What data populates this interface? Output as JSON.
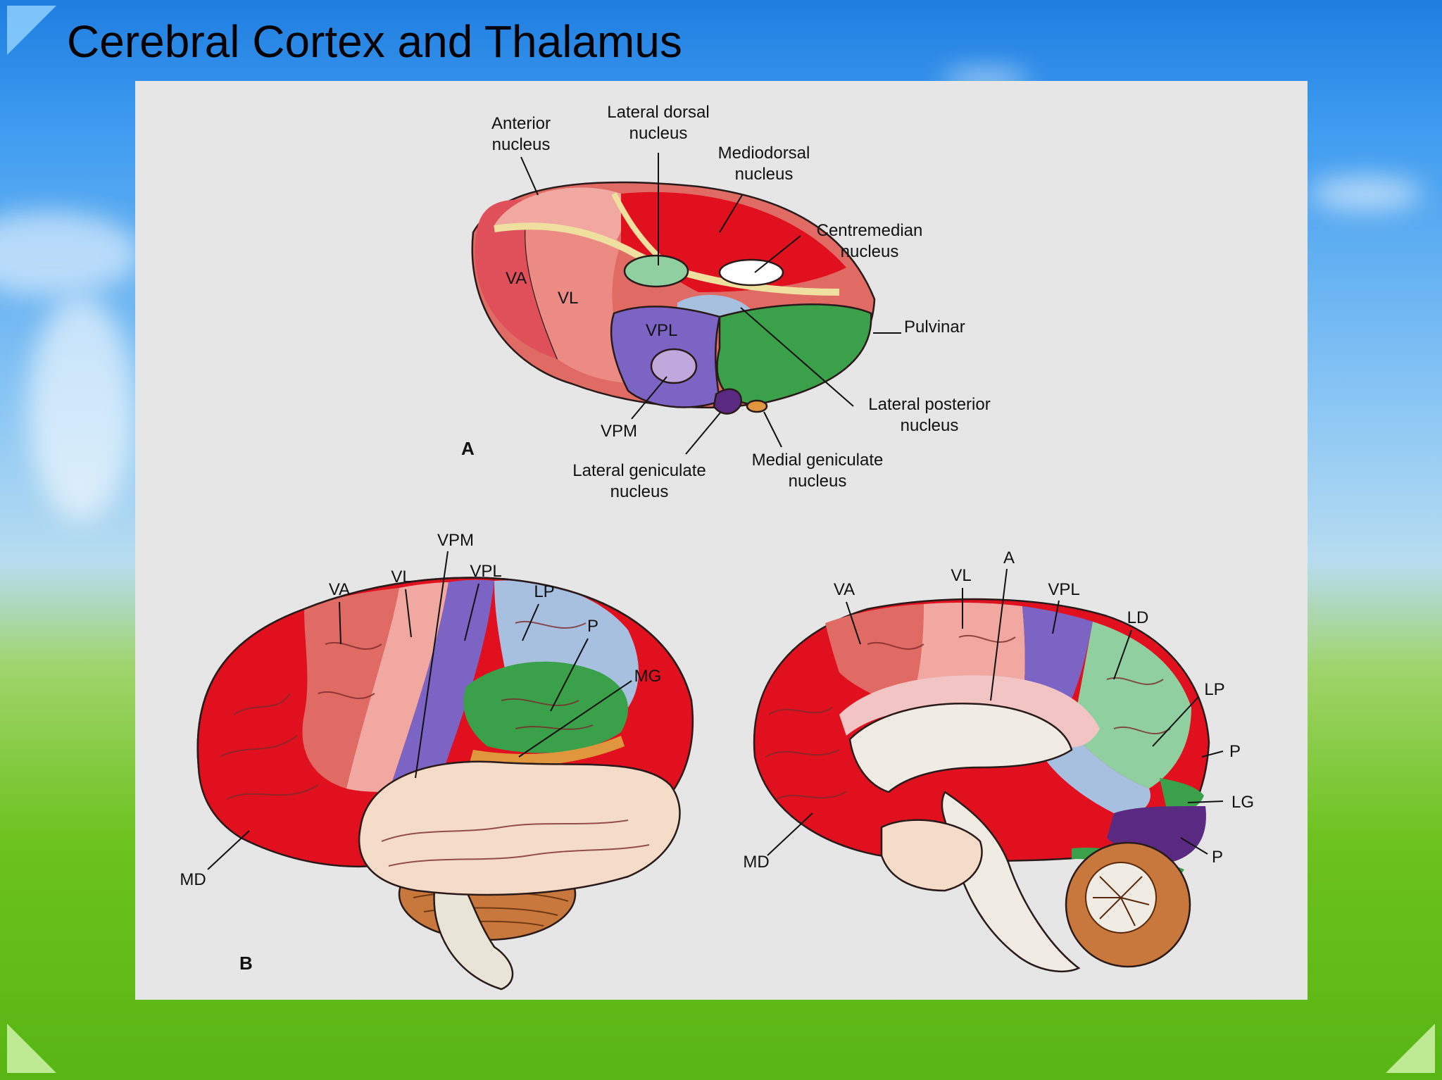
{
  "slide": {
    "title": "Cerebral Cortex and Thalamus"
  },
  "figure": {
    "panel_a": {
      "letter": "A",
      "labels": {
        "anterior_nucleus": [
          "Anterior",
          "nucleus"
        ],
        "lateral_dorsal_nucleus": [
          "Lateral dorsal",
          "nucleus"
        ],
        "mediodorsal_nucleus": [
          "Mediodorsal",
          "nucleus"
        ],
        "centremedian_nucleus": [
          "Centremedian",
          "nucleus"
        ],
        "pulvinar": "Pulvinar",
        "lateral_posterior_nucleus": [
          "Lateral posterior",
          "nucleus"
        ],
        "medial_geniculate_nucleus": [
          "Medial geniculate",
          "nucleus"
        ],
        "lateral_geniculate_nucleus": [
          "Lateral geniculate",
          "nucleus"
        ],
        "vpm": "VPM",
        "va": "VA",
        "vl": "VL",
        "vpl": "VPL"
      }
    },
    "panel_b": {
      "letter": "B",
      "lateral_view": [
        "VPM",
        "VA",
        "VL",
        "VPL",
        "LP",
        "P",
        "MG",
        "MD"
      ],
      "medial_view": [
        "A",
        "VA",
        "VL",
        "VPL",
        "LD",
        "LP",
        "P",
        "LG",
        "P",
        "MD"
      ]
    },
    "colors": {
      "red": "#e0101e",
      "salmon": "#e06a64",
      "pink": "#f0a8a0",
      "light_pink": "#f2c4c4",
      "purple": "#7b64c4",
      "light_blue": "#a8c0e0",
      "green": "#3aa04a",
      "light_green": "#90d0a0",
      "dark_purple": "#5a2a82",
      "orange": "#e0963c",
      "skin": "#f4dcc8",
      "cerebellum": "#c8783c"
    }
  }
}
